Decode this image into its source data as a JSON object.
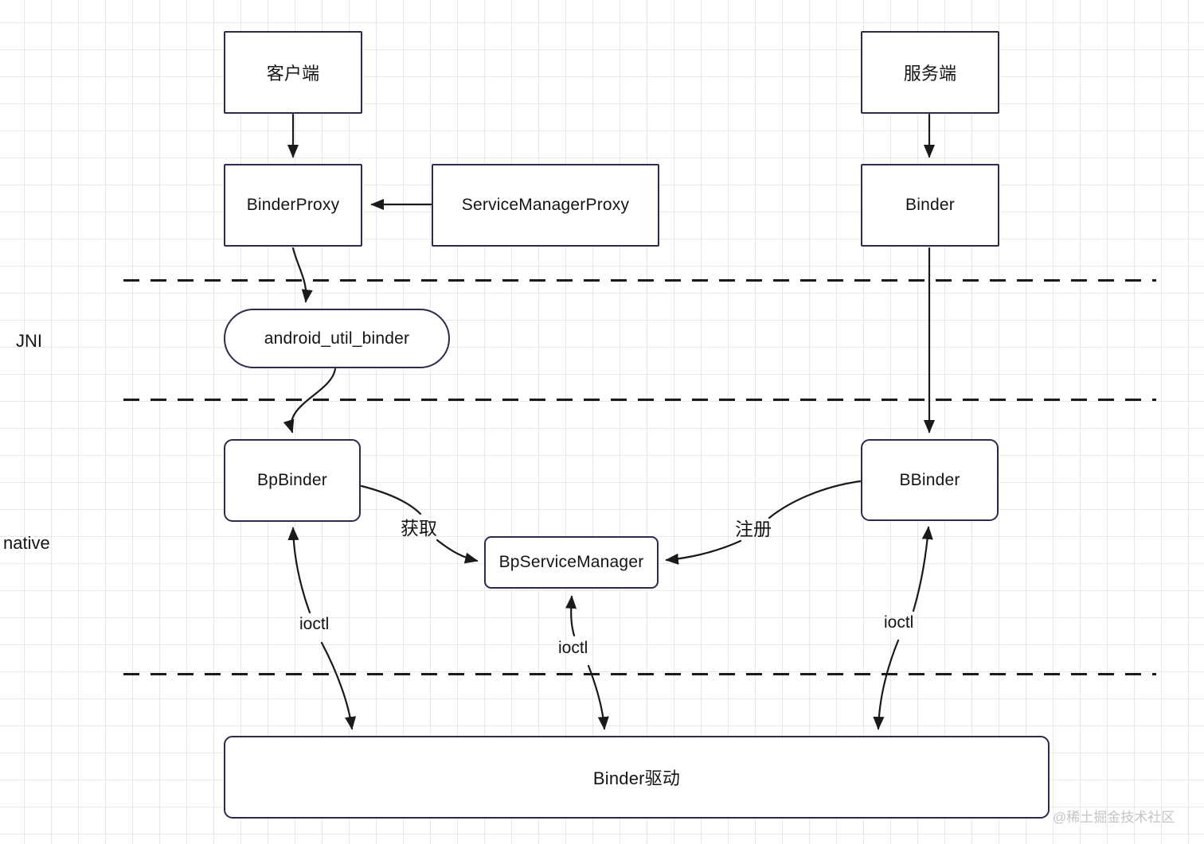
{
  "diagram": {
    "nodes": {
      "client": "客户端",
      "server": "服务端",
      "binder_proxy": "BinderProxy",
      "service_manager_proxy": "ServiceManagerProxy",
      "binder": "Binder",
      "android_util_binder": "android_util_binder",
      "bp_binder": "BpBinder",
      "b_binder": "BBinder",
      "bp_service_manager": "BpServiceManager",
      "binder_driver": "Binder驱动"
    },
    "layer_labels": {
      "jni": "JNI",
      "native": "native"
    },
    "edge_labels": {
      "acquire": "获取",
      "register": "注册",
      "ioctl_left": "ioctl",
      "ioctl_middle": "ioctl",
      "ioctl_right": "ioctl"
    },
    "watermark": "@稀土掘金技术社区",
    "colors": {
      "node_border": "#2b2b4e",
      "line": "#1a1a1a",
      "grid": "#e8e8e8",
      "watermark": "#c4c4c8",
      "bg": "#ffffff"
    }
  }
}
